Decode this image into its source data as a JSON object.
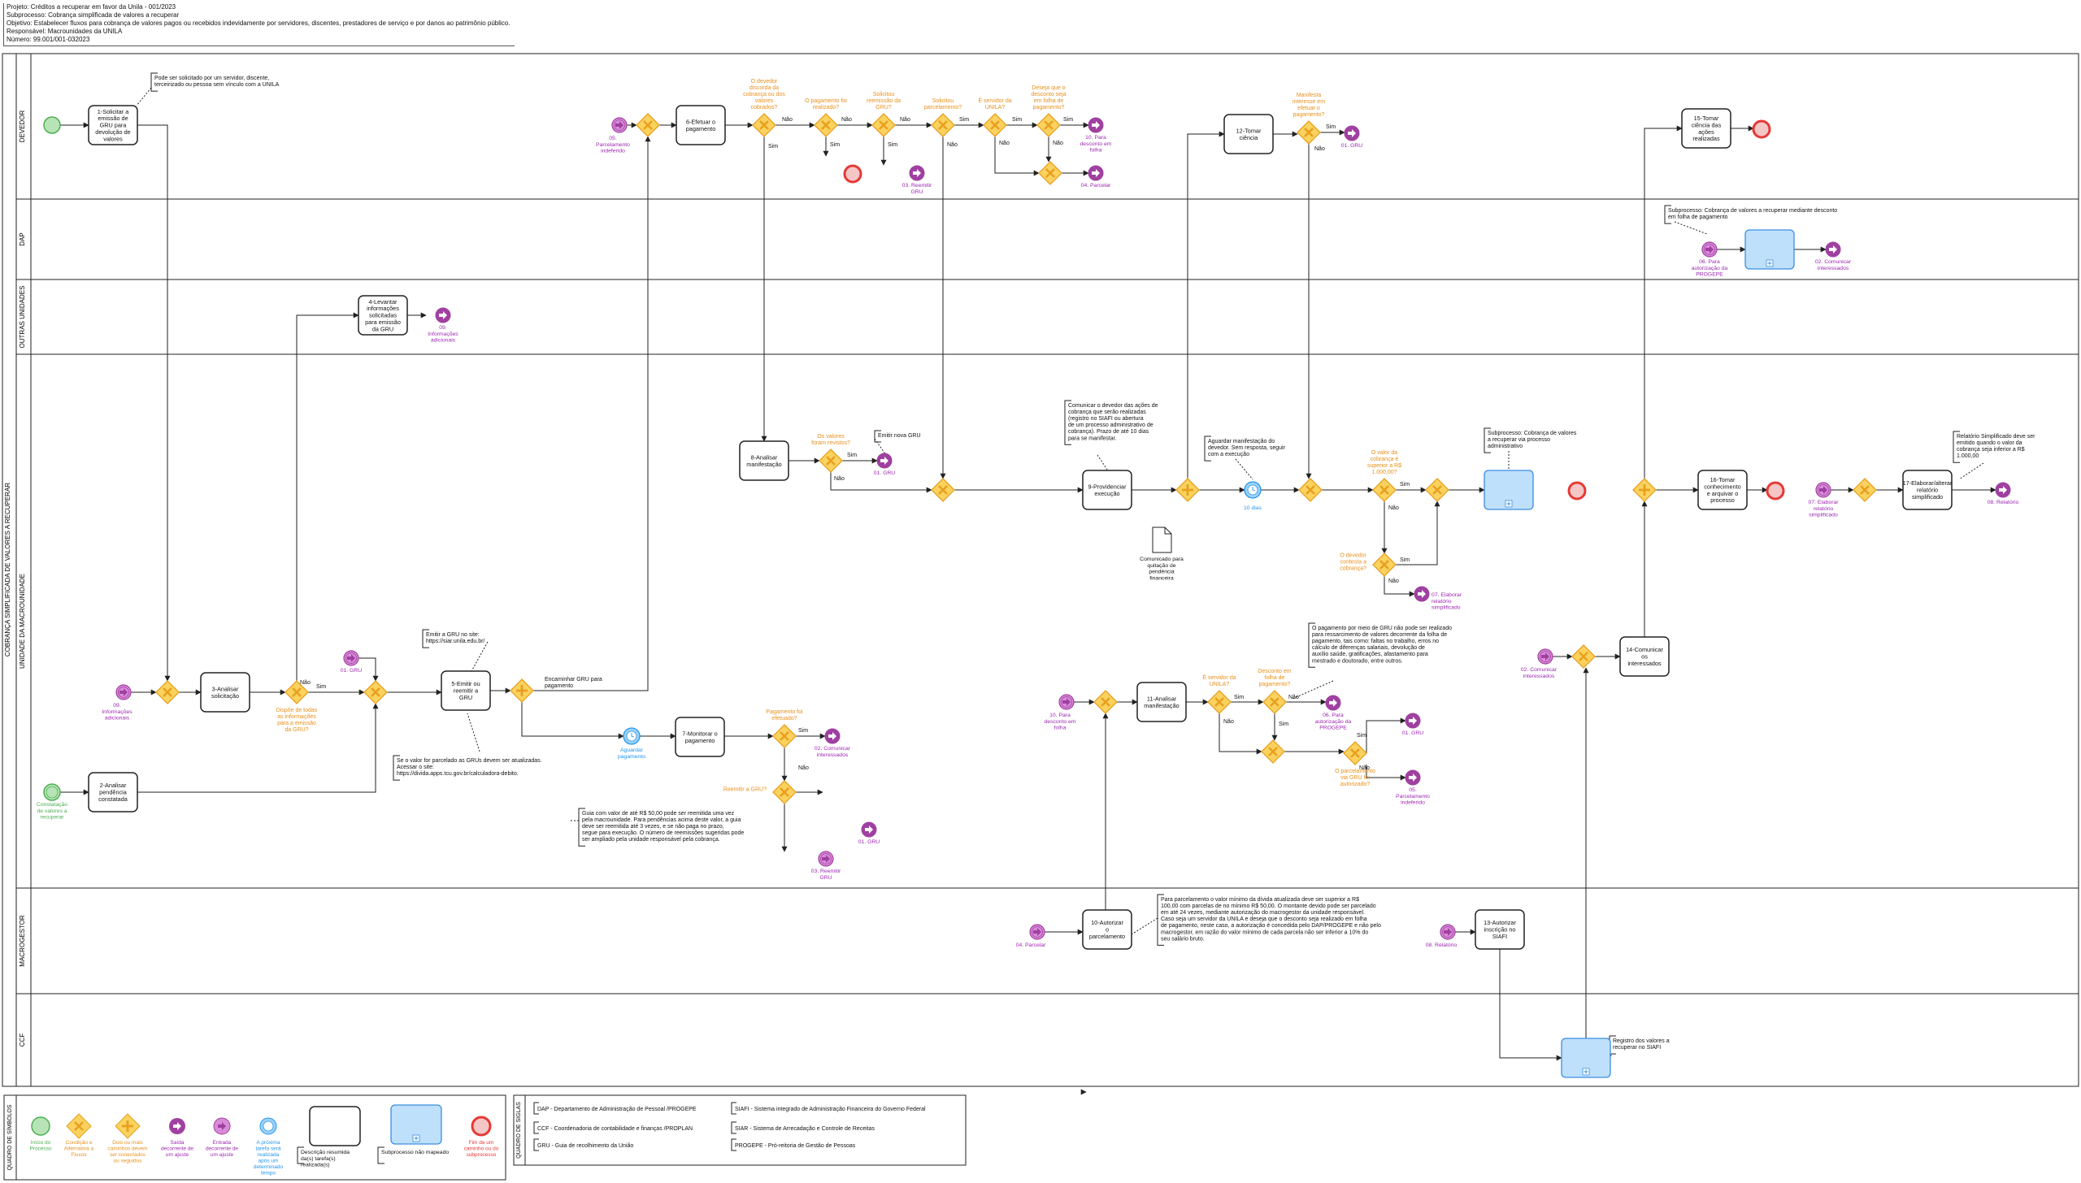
{
  "header": {
    "projeto": "Projeto: Créditos a recuperar em favor da Unila - 001/2023",
    "subprocesso": "Subprocesso: Cobrança simplificada de valores a recuperar",
    "objetivo": "Objetivo: Estabelecer fluxos para cobrança de valores pagos ou recebidos indevidamente por servidores, discentes, prestadores de serviço e por danos ao patrimônio público.",
    "responsavel": "Responsável: Macrounidades da UNILA",
    "numero": "Número: 99.001/001-032023"
  },
  "pool": "COBRANÇA SIMPLIFICADA DE VALORES A RECUPERAR",
  "lanes": [
    "DEVEDOR",
    "DAP",
    "OUTRAS UNIDADES",
    "UNIDADE DA MACROUNIDADE",
    "MACROGESTOR",
    "CCF"
  ],
  "tasks": [
    "1-Solicitar a emissão de GRU para devolução de valores",
    "2-Analisar pendência constatada",
    "3-Analisar solicitação",
    "4-Levantar informações solicitadas para emissão da GRU",
    "5-Emitir ou reemitir a GRU",
    "6-Efetuar o pagamento",
    "7-Monitorar o pagamento",
    "8-Analisar manifestação",
    "9-Providenciar execução",
    "10-Autorizar o parcelamento",
    "11-Analisar manifestação",
    "12-Tomar ciência",
    "13-Autorizar inscrição no SIAFI",
    "14-Comunicar os interessados",
    "15-Tomar ciência das ações realizadas",
    "16-Tomar conhecimento e arquivar o processo",
    "17-Elaborar/alterar relatório simplificado"
  ],
  "gateways": [
    "Dispõe de todas as informações para a emissão da GRU?",
    "O devedor discorda da cobrança ou dos valores cobrados?",
    "O pagamento foi realizado?",
    "Solicitou reemissão da GRU?",
    "Solicitou parcelamento?",
    "É servidor da UNILA?",
    "Deseja que o desconto seja em folha de pagamento?",
    "Manifesta interesse em efetuar o pagamento?",
    "Os valores foram revistos?",
    "Pagamento foi efetuado?",
    "Reemitir a GRU?",
    "O valor da cobrança é superior a R$ 1.000,00?",
    "O devedor contesta a cobrança?",
    "É servidor da UNILA?",
    "Desconto em folha de pagamento?",
    "O parcelamento via GRU foi autorizado?"
  ],
  "labels": {
    "yes": "Sim",
    "no": "Não",
    "constatacao": "Constatação de valores a recuperar",
    "aguardar": "Aguardar pagamento",
    "dias": "10 dias",
    "encaminhar": "Encaminhar GRU para pagamento",
    "documento": "Comunicado para quitação de pendência financeira"
  },
  "events": [
    "09. Informações adicionais",
    "01. GRU",
    "05. Parcelamento indeferido",
    "03. Reemitir GRU",
    "10. Para desconto em folha",
    "04. Parcelar",
    "01. GRU",
    "06. Para autorização da PROGEPE",
    "02. Comunicar interessados",
    "09. Informações adicionais",
    "01. GRU",
    "02. Comunicar interessados",
    "01. GRU",
    "03. Reemitir GRU",
    "07. Elaborar relatório simplificado",
    "10. Para desconto em folha",
    "06. Para autorização da PROGEPE",
    "01. GRU",
    "05. Parcelamento indeferido",
    "02. Comunicar interessados",
    "07. Elaborar relatório simplificado",
    "08. Relatório",
    "04. Parcelar",
    "08. Relatório"
  ],
  "notes": {
    "n1": "Pode ser solicitado por um servidor, discente, terceirizado ou pessoa sem vínculo com a UNILA",
    "n2": "Emitir nova GRU",
    "n3": "Comunicar o devedor das ações de cobrança que serão realizadas (registro no SIAFI ou abertura de um processo administrativo de cobrança). Prazo de até 10 dias para se manifestar.",
    "n4": "Aguardar manifestação do devedor. Sem resposta, seguir com a execução",
    "n5": "Subprocesso: Cobrança de valores a recuperar via processo administrativo",
    "n6": "Relatório Simplificado deve ser emitido quando o valor da cobrança seja inferior a R$ 1.000,00",
    "n7": "Emitir a GRU no site: https://siar.unila.edu.br/",
    "n8": "Se o valor for parcelado as GRUs devem ser atualizadas. Acessar o site: https://divida.apps.tcu.gov.br/calculadora-debito.",
    "n9": "Guia com valor de até R$ 50,00 pode ser reemitida uma vez pela macrounidade. Para pendências acima deste valor, a guia deve ser reemitida até 3 vezes, e se não paga no prazo, segue para execução. O número de reemissões sugeridas pode ser ampliado pela unidade responsável pela cobrança.",
    "n10": "O pagamento por meio de GRU não pode ser realizado para ressarcimento de valores decorrente da folha de pagamento, tais como: faltas no trabalho, erros no cálculo de diferenças salariais, devolução de auxílio saúde, gratificações, afastamento para mestrado e doutorado, entre outros.",
    "n11": "Para parcelamento o valor mínimo da dívida atualizada deve ser superior a R$ 100,00 com parcelas de no mínimo R$ 50,00. O montante devido pode ser parcelado em até 24 vezes, mediante autorização do macrogestor da unidade responsável. Caso seja um servidor da UNILA e deseja que o desconto seja realizado em folha de pagamento, neste caso, a autorização é concedida pelo DAP/PROGEPE e não pelo macrogestor, em razão do valor mínimo de cada parcela não ser inferior a 10% do seu salário bruto.",
    "n12": "Subprocesso: Cobrança de valores a recuperar mediante desconto em folha de pagamento",
    "n13": "Registro dos valores a recuperar no SIAFI"
  },
  "legend_symbols": {
    "title": "QUADRO DE SÍMBOLOS",
    "items": [
      "Início do Processo",
      "Condição e Alternativa a Fluxos",
      "Dois ou mais caminhos devem ser conectados ou seguidos",
      "Saída decorrente de um ajuste",
      "Entrada decorrente de um ajuste",
      "A próxima tarefa será realizada após um determinado tempo",
      "Descrição resumida da(s) tarefa(s) realizada(s)",
      "Subprocesso não mapeado",
      "Fim de um caminho ou do subprocesso"
    ]
  },
  "legend_abbr": {
    "title": "QUADRO DE SIGLAS",
    "items": [
      "DAP - Departamento de Administração de Pessoal /PROGEPE",
      "CCF - Coordenadoria de contabilidade e finanças /PROPLAN",
      "GRU - Guia de recolhimento da União",
      "SIAFI - Sistema integrado de Administração Financeira do Governo Federal",
      "SIAR - Sistema de Arrecadação e Controle de Receitas",
      "PROGEPE - Pró-reitoria de Gestão de Pessoas"
    ]
  },
  "colors": {
    "gateway_fill": "#fbd25e",
    "gateway_stroke": "#e8a020",
    "gateway_text": "#e8901c",
    "start_fill": "#b7e4b7",
    "start_stroke": "#4caf50",
    "end_fill": "#f5c6c6",
    "end_stroke": "#e53935",
    "link_fill": "#d98bd9",
    "link_stroke": "#a040a0",
    "link_text": "#9c27b0",
    "timer_fill": "#9dd2f5",
    "timer_stroke": "#2196f3",
    "subprocess_fill": "#bfe0fa",
    "subprocess_stroke": "#3a8ee0"
  }
}
